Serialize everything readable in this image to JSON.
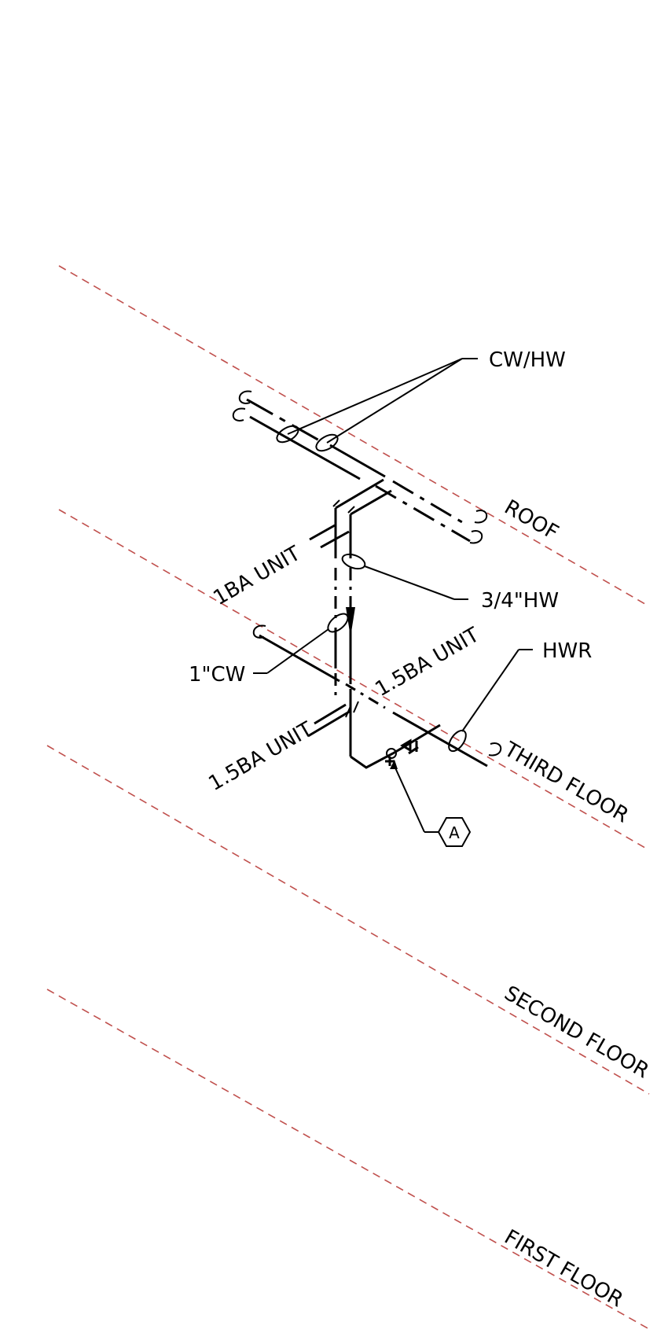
{
  "colors": {
    "floor_line": "#c0504d",
    "ink": "#000000",
    "background": "#ffffff"
  },
  "floors": {
    "roof": "ROOF",
    "third": "THIRD FLOOR",
    "second": "SECOND FLOOR",
    "first": "FIRST FLOOR"
  },
  "labels": {
    "cw_hw": "CW/HW",
    "hw_34": "3/4\"HW",
    "cw_1": "1\"CW",
    "hwr": "HWR",
    "unit_1ba": "1BA UNIT",
    "unit_15ba_upper": "1.5BA UNIT",
    "unit_15ba_lower": "1.5BA UNIT",
    "tag_a": "A"
  }
}
